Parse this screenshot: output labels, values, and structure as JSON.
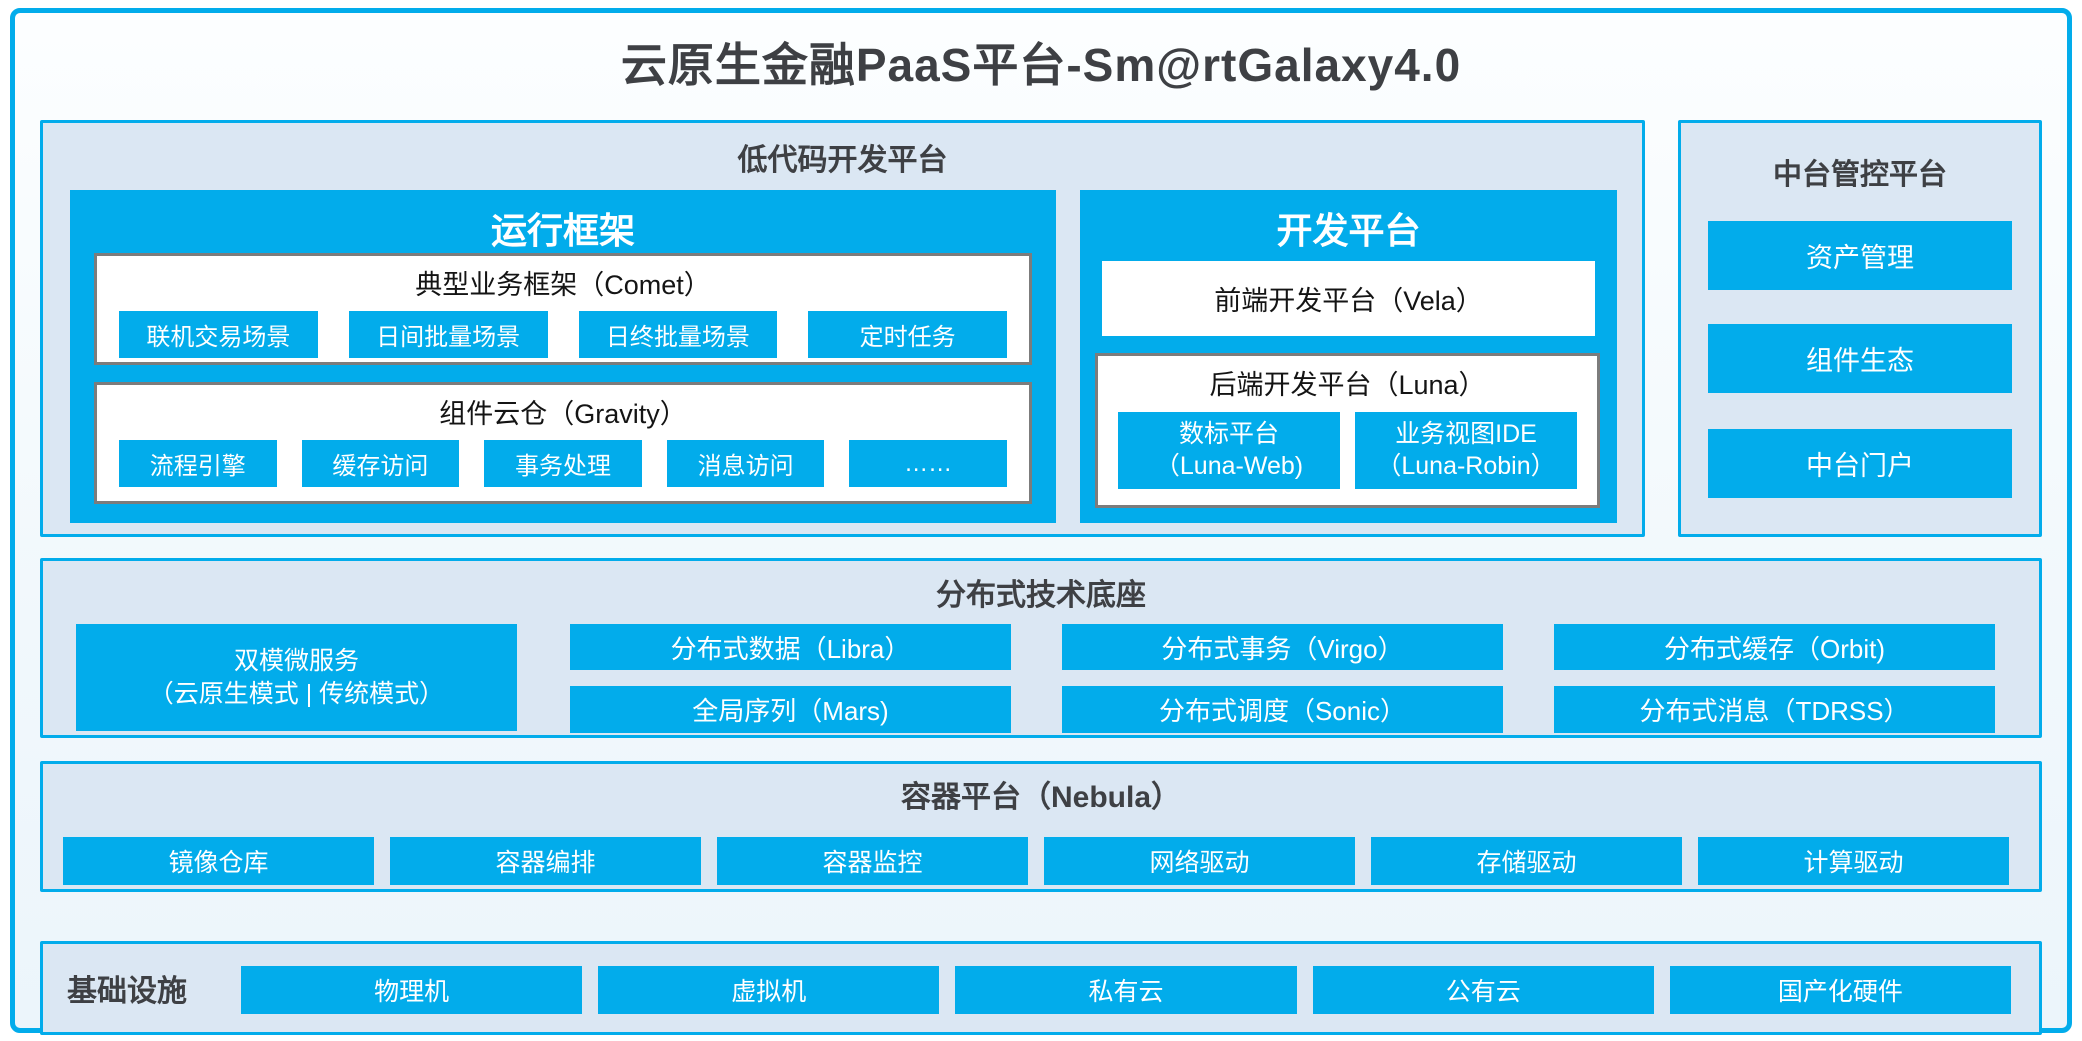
{
  "title": "云原生金融PaaS平台-Sm@rtGalaxy4.0",
  "colors": {
    "accent_cyan": "#02aceb",
    "panel_background": "#dbe7f3",
    "page_background": "#f1f8fc",
    "dark_text": "#3e4044",
    "white_box_border": "#7c7c7c"
  },
  "low_code": {
    "title": "低代码开发平台",
    "runtime": {
      "title": "运行框架",
      "comet": {
        "title": "典型业务框架（Comet）",
        "items": [
          "联机交易场景",
          "日间批量场景",
          "日终批量场景",
          "定时任务"
        ]
      },
      "gravity": {
        "title": "组件云仓（Gravity）",
        "items": [
          "流程引擎",
          "缓存访问",
          "事务处理",
          "消息访问",
          "……"
        ]
      }
    },
    "dev": {
      "title": "开发平台",
      "vela": "前端开发平台（Vela）",
      "luna": {
        "title": "后端开发平台（Luna）",
        "items": [
          {
            "line1": "数标平台",
            "line2": "（Luna-Web)"
          },
          {
            "line1": "业务视图IDE",
            "line2": "（Luna-Robin）"
          }
        ]
      }
    }
  },
  "midplatform": {
    "title": "中台管控平台",
    "items": [
      "资产管理",
      "组件生态",
      "中台门户"
    ]
  },
  "distributed": {
    "title": "分布式技术底座",
    "dual_mode": {
      "line1": "双模微服务",
      "line2": "（云原生模式 | 传统模式）"
    },
    "grid": [
      [
        "分布式数据（Libra）",
        "全局序列（Mars)"
      ],
      [
        "分布式事务（Virgo）",
        "分布式调度（Sonic）"
      ],
      [
        "分布式缓存（Orbit)",
        "分布式消息（TDRSS）"
      ]
    ]
  },
  "container_platform": {
    "title": "容器平台（Nebula）",
    "items": [
      "镜像仓库",
      "容器编排",
      "容器监控",
      "网络驱动",
      "存储驱动",
      "计算驱动"
    ]
  },
  "infrastructure": {
    "label": "基础设施",
    "items": [
      "物理机",
      "虚拟机",
      "私有云",
      "公有云",
      "国产化硬件"
    ]
  }
}
